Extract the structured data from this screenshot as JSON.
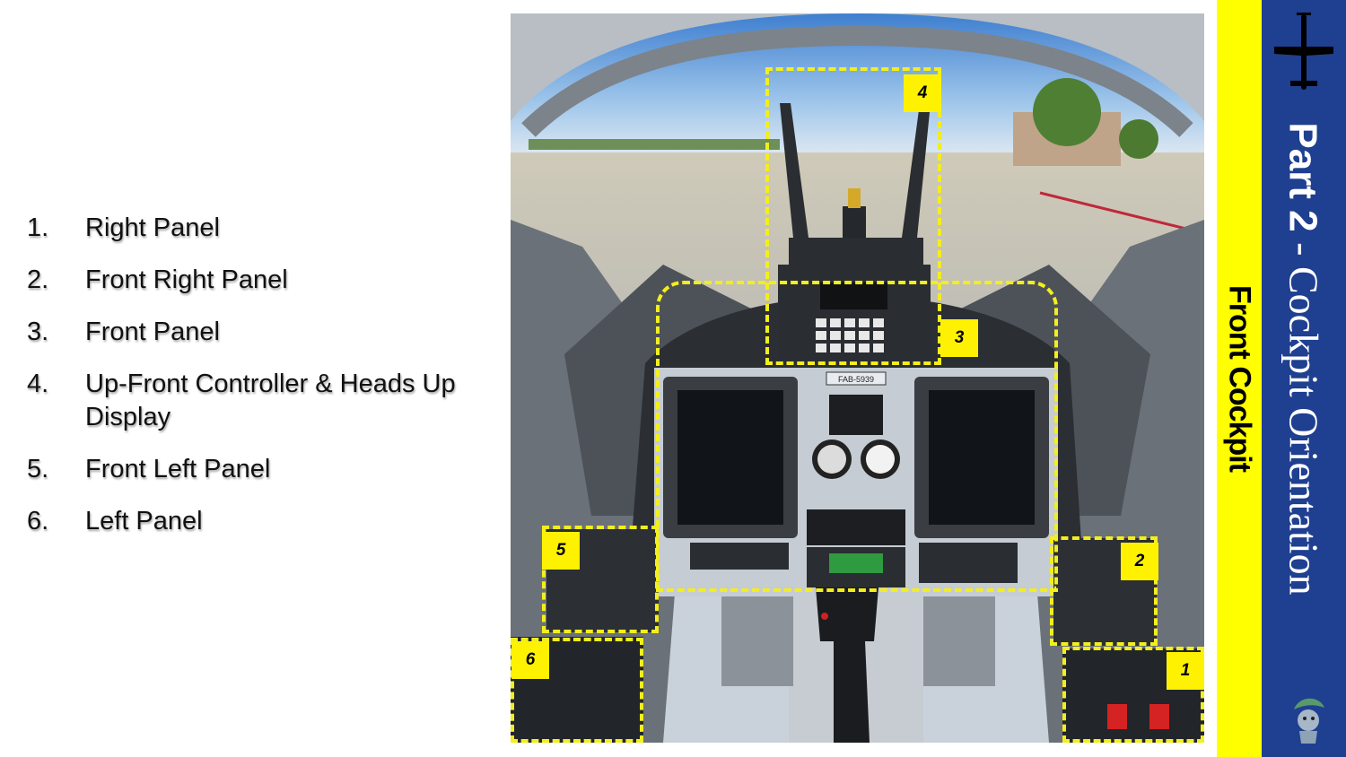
{
  "list": [
    {
      "num": "1.",
      "text": "Right Panel"
    },
    {
      "num": "2.",
      "text": "Front Right Panel"
    },
    {
      "num": "3.",
      "text": "Front Panel"
    },
    {
      "num": "4.",
      "text": "Up-Front Controller & Heads Up Display"
    },
    {
      "num": "5.",
      "text": "Front Left Panel"
    },
    {
      "num": "6.",
      "text": "Left Panel"
    }
  ],
  "photo": {
    "tags": [
      "1",
      "2",
      "3",
      "4",
      "5",
      "6"
    ],
    "placard": "FAB-5939"
  },
  "sidebar": {
    "subtitle": "Front Cockpit",
    "part": "Part 2",
    "separator": " - ",
    "title": "Cockpit Orientation"
  },
  "icons": {
    "top": "airplane-icon",
    "bottom": "mascot-icon"
  },
  "colors": {
    "accent_yellow": "#ffff00",
    "dashed_yellow": "#f3ee1d",
    "sidebar_blue": "#1f3f90"
  }
}
